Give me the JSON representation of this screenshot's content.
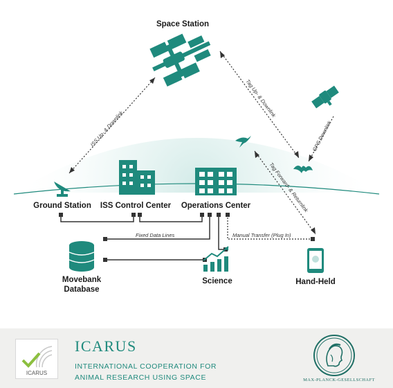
{
  "colors": {
    "accent": "#1f8a7d",
    "dark_teal": "#17786c",
    "line": "#333333",
    "footer_bg": "#f0f0ee"
  },
  "nodes": {
    "space_station": "Space Station",
    "ground_station": "Ground Station",
    "iss_control": "ISS Control Center",
    "operations": "Operations Center",
    "movebank_line1": "Movebank",
    "movebank_line2": "Database",
    "science": "Science",
    "hand_held": "Hand-Held"
  },
  "links": {
    "iss_link": "ISS Up- & Downlink",
    "tag_link": "Tag Up- & Downlink",
    "gps_link": "GPS Downlink",
    "tag_forward": "Tag Forward- & Returnlink",
    "fixed_lines": "Fixed Data Lines",
    "manual_transfer": "Manual Transfer (Plug In)"
  },
  "footer": {
    "logo_text": "ICARUS",
    "title": "ICARUS",
    "subtitle_line1": "INTERNATIONAL COOPERATION FOR",
    "subtitle_line2": "ANIMAL RESEARCH USING SPACE",
    "org_name": "MAX-PLANCK-GESELLSCHAFT"
  },
  "icons": [
    "space-station-icon",
    "satellite-icon",
    "bird-icon",
    "bat-icon",
    "satellite-dish-icon",
    "building-icon",
    "office-building-icon",
    "database-icon",
    "chart-icon",
    "handheld-device-icon",
    "minerva-emblem-icon"
  ]
}
